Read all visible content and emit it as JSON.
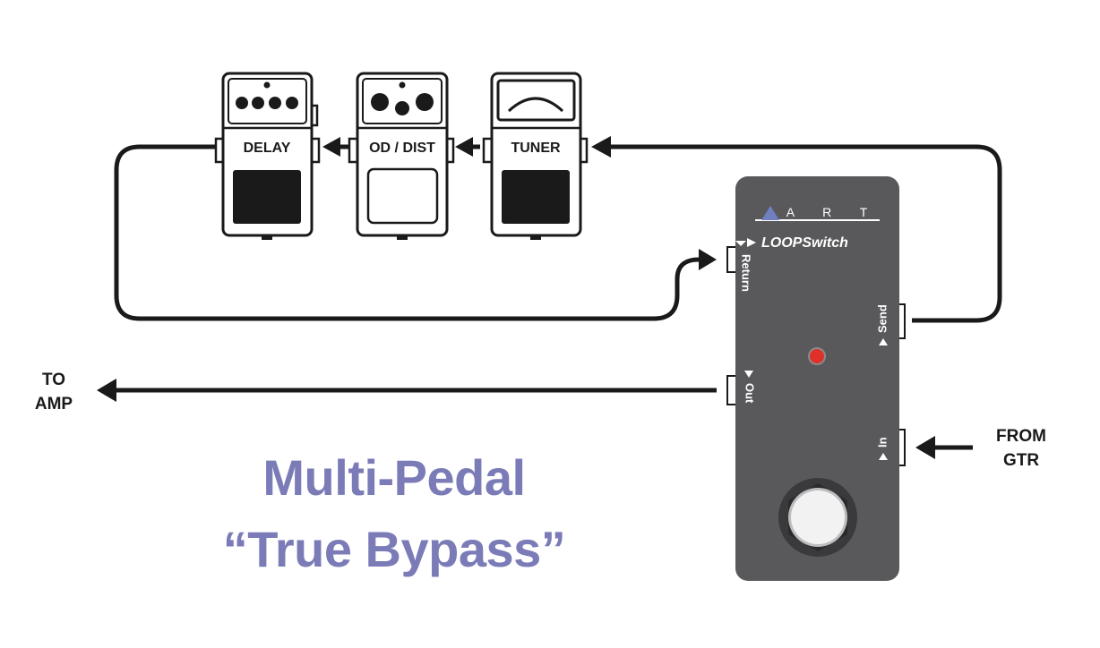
{
  "pedals": [
    {
      "label": "DELAY",
      "icon": "four-knobs-icon"
    },
    {
      "label": "OD / DIST",
      "icon": "three-knobs-icon"
    },
    {
      "label": "TUNER",
      "icon": "tuner-meter-icon"
    }
  ],
  "loopswitch": {
    "brand": "A  R  T",
    "model": "LOOPSwitch",
    "jacks": {
      "return": "Return",
      "send": "Send",
      "out": "Out",
      "in": "In"
    }
  },
  "labels": {
    "to_amp": [
      "TO",
      "AMP"
    ],
    "from_gtr": [
      "FROM",
      "GTR"
    ]
  },
  "headline": {
    "line1": "Multi-Pedal",
    "line2": "“True Bypass”"
  },
  "colors": {
    "headline": "#7b7bb8",
    "unit_body": "#59595b",
    "led": "#e0302a",
    "brand_triangle": "#6f7fc0",
    "ink": "#1a1a1a"
  }
}
